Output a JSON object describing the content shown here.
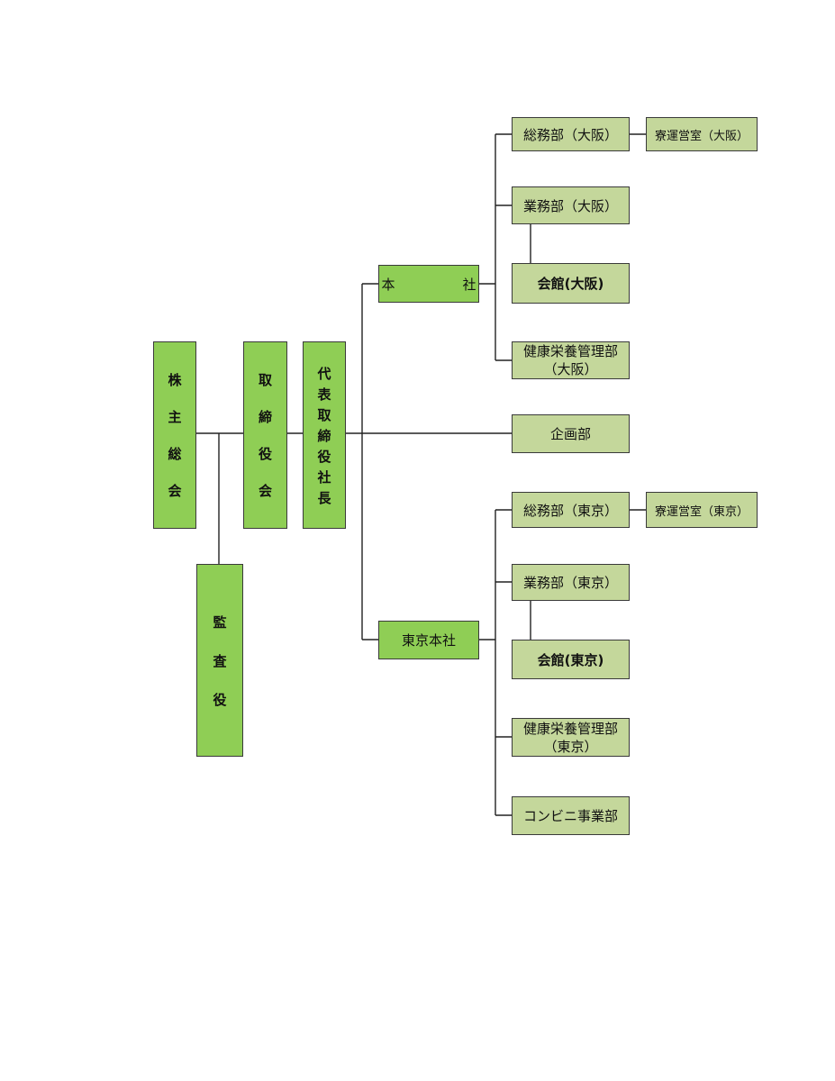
{
  "top_level": {
    "shareholders_meeting": [
      "株",
      "主",
      "総",
      "会"
    ],
    "board_of_directors": [
      "取",
      "締",
      "役",
      "会"
    ],
    "president": [
      "代",
      "表",
      "取",
      "締",
      "役",
      "社",
      "長"
    ],
    "auditor": [
      "監",
      "査",
      "役"
    ]
  },
  "head_offices": {
    "osaka": "本　　　　　社",
    "tokyo": "東京本社"
  },
  "planning": "企画部",
  "osaka_departments": {
    "general_affairs": "総務部（大阪）",
    "dormitory": "寮運営室（大阪）",
    "business": "業務部（大阪）",
    "hall": "会館(大阪)",
    "health_nutrition": "健康栄養管理部\n（大阪）"
  },
  "tokyo_departments": {
    "general_affairs": "総務部（東京）",
    "dormitory": "寮運営室（東京）",
    "business": "業務部（東京）",
    "hall": "会館(東京)",
    "health_nutrition": "健康栄養管理部\n（東京）",
    "convenience_store": "コンビニ事業部"
  }
}
